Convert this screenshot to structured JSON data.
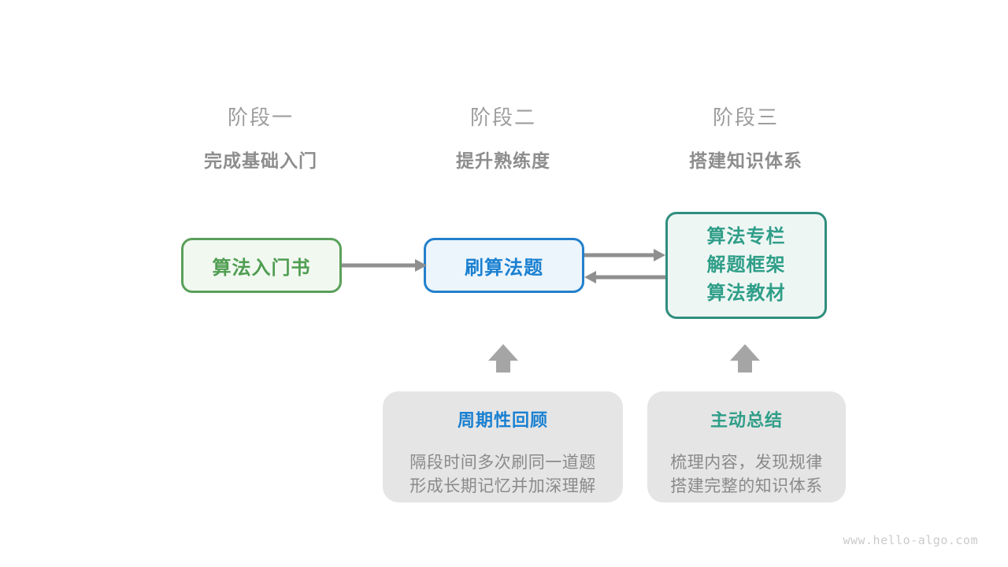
{
  "stages": [
    {
      "title": "阶段一",
      "subtitle": "完成基础入门"
    },
    {
      "title": "阶段二",
      "subtitle": "提升熟练度"
    },
    {
      "title": "阶段三",
      "subtitle": "搭建知识体系"
    }
  ],
  "nodes": [
    {
      "label": "算法入门书",
      "color": "#4f9d51",
      "border": "#5aa05a",
      "fill": "#f1f8f0"
    },
    {
      "label": "刷算法题",
      "color": "#1a80d1",
      "border": "#2380cc",
      "fill": "#ecf5fc"
    },
    {
      "lines": [
        "算法专栏",
        "解题框架",
        "算法教材"
      ],
      "color": "#2f9e88",
      "border": "#2f8e7d",
      "fill": "#eef6f4"
    }
  ],
  "notes": [
    {
      "title": "周期性回顾",
      "title_color": "#1a80d1",
      "lines": [
        "隔段时间多次刷同一道题",
        "形成长期记忆并加深理解"
      ]
    },
    {
      "title": "主动总结",
      "title_color": "#2f9e88",
      "lines": [
        "梳理内容，发现规律",
        "搭建完整的知识体系"
      ]
    }
  ],
  "arrows": {
    "horizontal_color": "#8f8f8f",
    "up_color": "#a5a5a5"
  },
  "watermark": "www.hello-algo.com"
}
